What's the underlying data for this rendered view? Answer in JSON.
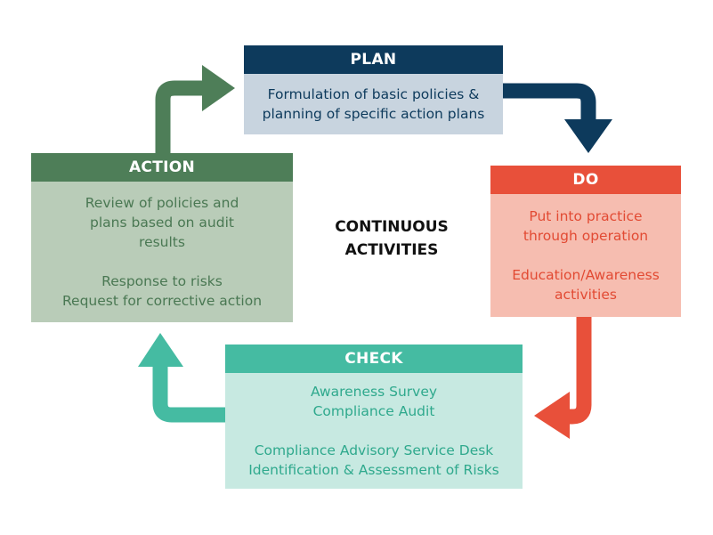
{
  "center": {
    "line1": "CONTINUOUS",
    "line2": "ACTIVITIES"
  },
  "plan": {
    "title": "PLAN",
    "lines": [
      "Formulation of basic policies &",
      "planning of specific action plans"
    ],
    "header_color": "#0d3a5c",
    "body_color": "#c8d4df"
  },
  "do": {
    "title": "DO",
    "group1": [
      "Put into practice",
      "through operation"
    ],
    "group2": [
      "Education/Awareness",
      "activities"
    ],
    "header_color": "#e8503a",
    "body_color": "#f6bdb0"
  },
  "check": {
    "title": "CHECK",
    "group1": [
      "Awareness Survey",
      "Compliance Audit"
    ],
    "group2": [
      "Compliance Advisory Service Desk",
      "Identification & Assessment of Risks"
    ],
    "header_color": "#45bba2",
    "body_color": "#c7e9e1"
  },
  "action": {
    "title": "ACTION",
    "group1": [
      "Review of policies and",
      "plans based on audit",
      "results"
    ],
    "group2": [
      "Response to risks",
      "Request for corrective action"
    ],
    "header_color": "#4e7e58",
    "body_color": "#b9ccb8"
  }
}
